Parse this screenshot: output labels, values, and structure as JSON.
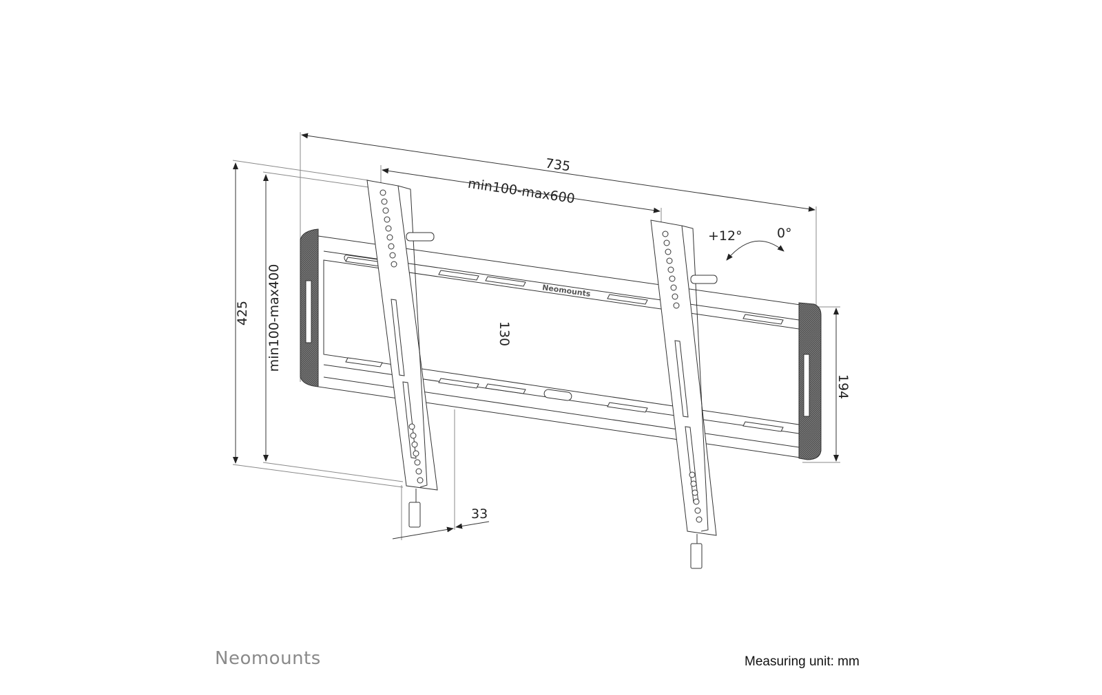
{
  "brand": "Neomounts",
  "rail_logo": "Neomounts",
  "measuring_unit": "Measuring unit: mm",
  "dimensions": {
    "total_width": "735",
    "vesa_width": "min100-max600",
    "total_height": "425",
    "vesa_height": "min100-max400",
    "rail_gap": "130",
    "rail_height": "194",
    "depth": "33",
    "tilt_max": "+12°",
    "tilt_min": "0°"
  }
}
